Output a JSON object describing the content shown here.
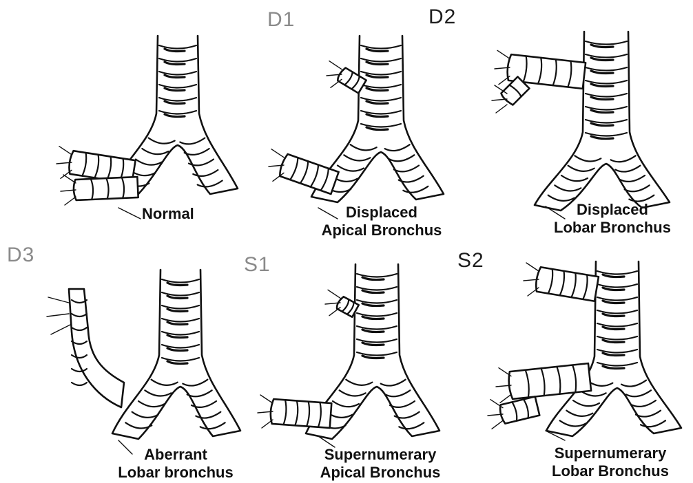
{
  "figure": {
    "panels": [
      {
        "key": "normal",
        "id": "",
        "caption": [
          "Normal"
        ]
      },
      {
        "key": "d1",
        "id": "D1",
        "caption": [
          "Displaced",
          "Apical Bronchus"
        ]
      },
      {
        "key": "d2",
        "id": "D2",
        "caption": [
          "Displaced",
          "Lobar Bronchus"
        ]
      },
      {
        "key": "d3",
        "id": "D3",
        "caption": [
          "Aberrant",
          "Lobar bronchus"
        ]
      },
      {
        "key": "s1",
        "id": "S1",
        "caption": [
          "Supernumerary",
          "Apical Bronchus"
        ]
      },
      {
        "key": "s2",
        "id": "S2",
        "caption": [
          "Supernumerary",
          "Lobar Bronchus"
        ]
      }
    ]
  },
  "colors": {
    "ink": "#111111",
    "label_grey": "#8a8a8a",
    "label_dark": "#1e1e1e",
    "background": "#ffffff"
  }
}
